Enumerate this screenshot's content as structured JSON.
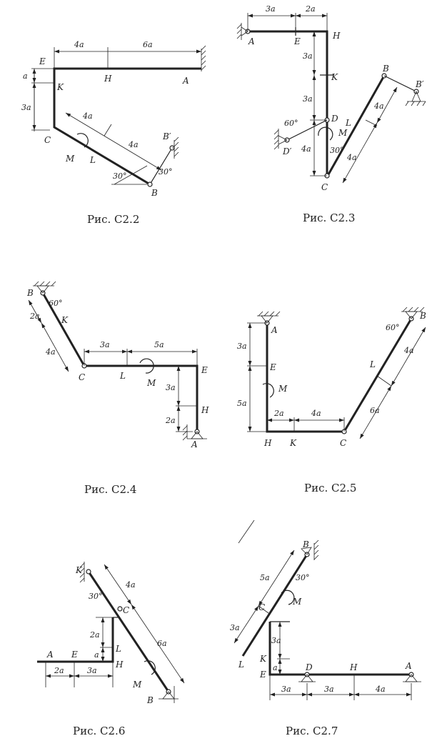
{
  "figures": [
    {
      "caption": "Рис. С2.2",
      "labels": {
        "E": "E",
        "A": "A",
        "H": "H",
        "K": "K",
        "C": "C",
        "L": "L",
        "M": "M",
        "B": "B",
        "Bp": "B′"
      },
      "dims": {
        "d4a": "4a",
        "d6a": "6a",
        "da": "a",
        "d3a": "3a",
        "d4a_1": "4a",
        "d4a_2": "4a"
      },
      "angles": {
        "a1": "30°",
        "a2": "30°"
      }
    },
    {
      "caption": "Рис. С2.3",
      "labels": {
        "A": "A",
        "E": "E",
        "H": "H",
        "K": "K",
        "D": "D",
        "Dp": "D′",
        "L": "L",
        "M": "M",
        "C": "C",
        "B": "B",
        "Bp": "B′"
      },
      "dims": {
        "d3a": "3a",
        "d2a": "2a",
        "d3a_v": "3a",
        "d3a_v2": "3a",
        "d4a_v": "4a",
        "d4a_1": "4a",
        "d4a_2": "4a"
      },
      "angles": {
        "a60": "60°",
        "a30": "30°"
      }
    },
    {
      "caption": "Рис. С2.4",
      "labels": {
        "B": "B",
        "K": "K",
        "C": "C",
        "L": "L",
        "M": "M",
        "E": "E",
        "H": "H",
        "A": "A"
      },
      "dims": {
        "d2a": "2a",
        "d4a": "4a",
        "d3a": "3a",
        "d5a": "5a",
        "d3a_v": "3a",
        "d2a_v": "2a"
      },
      "angles": {
        "a60": "60°"
      }
    },
    {
      "caption": "Рис. С2.5",
      "labels": {
        "A": "A",
        "E": "E",
        "M": "M",
        "H": "H",
        "K": "K",
        "C": "C",
        "L": "L",
        "B": "B"
      },
      "dims": {
        "d3a": "3a",
        "d5a": "5a",
        "d2a": "2a",
        "d4a": "4a",
        "d4a_r": "4a",
        "d6a": "6a"
      },
      "angles": {
        "a60": "60°"
      }
    },
    {
      "caption": "Рис. С2.6",
      "labels": {
        "K": "K",
        "A": "A",
        "E": "E",
        "L": "L",
        "H": "H",
        "M": "M",
        "B": "B",
        "C": "C"
      },
      "dims": {
        "d4a": "4a",
        "d6a": "6a",
        "d2a_v": "2a",
        "da": "a",
        "d2a": "2a",
        "d3a": "3a"
      },
      "angles": {
        "a30": "30°"
      }
    },
    {
      "caption": "Рис. С2.7",
      "labels": {
        "B": "B",
        "M": "M",
        "C": "C",
        "L": "L",
        "K": "K",
        "E": "E",
        "D": "D",
        "H": "H",
        "A": "A"
      },
      "dims": {
        "d5a": "5a",
        "d3a": "3a",
        "d3a_v": "3a",
        "da": "a",
        "d3a_h": "3a",
        "d3a_h2": "3a",
        "d4a": "4a"
      },
      "angles": {
        "a30": "30°"
      }
    }
  ]
}
